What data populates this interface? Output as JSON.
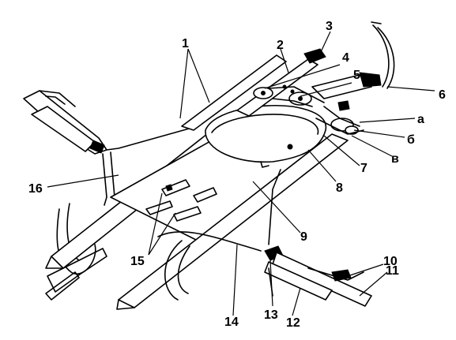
{
  "labels": {
    "l1": "1",
    "l2": "2",
    "l3": "3",
    "l4": "4",
    "l5": "5",
    "l6": "6",
    "l7": "7",
    "l8": "8",
    "l9": "9",
    "l10": "10",
    "l11": "11",
    "l12": "12",
    "l13": "13",
    "l14": "14",
    "l15": "15",
    "l16": "16",
    "la": "а",
    "lb": "б",
    "lv": "в"
  }
}
